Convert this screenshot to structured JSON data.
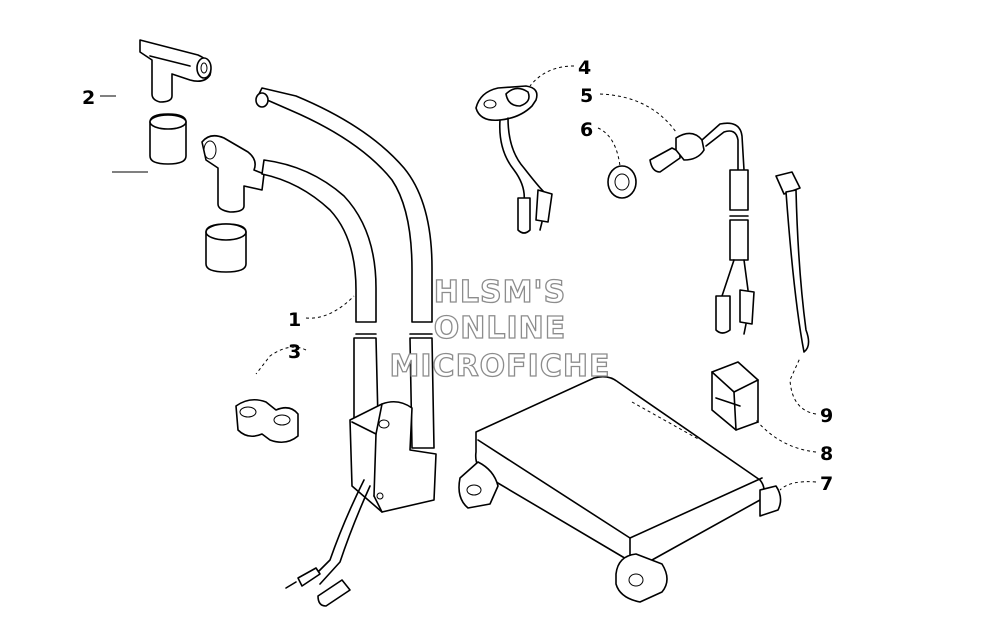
{
  "callouts": [
    {
      "id": "1",
      "label": "1"
    },
    {
      "id": "2",
      "label": "2"
    },
    {
      "id": "3",
      "label": "3"
    },
    {
      "id": "4",
      "label": "4"
    },
    {
      "id": "5",
      "label": "5"
    },
    {
      "id": "6",
      "label": "6"
    },
    {
      "id": "7",
      "label": "7"
    },
    {
      "id": "8",
      "label": "8"
    },
    {
      "id": "9",
      "label": "9"
    }
  ],
  "watermark": {
    "line1": "HLSM'S",
    "line2": "ONLINE",
    "line3": "MICROFICHE"
  }
}
